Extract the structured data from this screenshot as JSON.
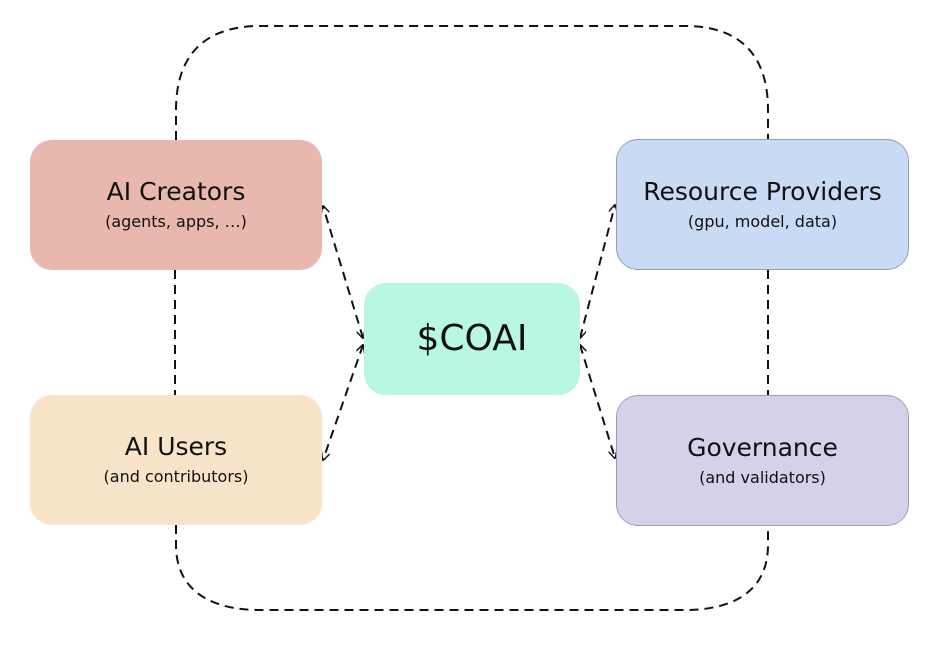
{
  "diagram": {
    "nodes": {
      "creators": {
        "title": "AI Creators",
        "subtitle": "(agents, apps, …)",
        "color": "#e8b7ad"
      },
      "users": {
        "title": "AI Users",
        "subtitle": "(and contributors)",
        "color": "#f8e4c8"
      },
      "providers": {
        "title": "Resource Providers",
        "subtitle": "(gpu, model, data)",
        "color": "#c9daf4"
      },
      "governance": {
        "title": "Governance",
        "subtitle": "(and validators)",
        "color": "#d5d1e8"
      },
      "coai": {
        "title": "$COAI",
        "color": "#b8f7e4"
      }
    },
    "edges": [
      {
        "from": "coai",
        "to": "creators",
        "style": "dashed",
        "arrows": "both"
      },
      {
        "from": "coai",
        "to": "users",
        "style": "dashed",
        "arrows": "both"
      },
      {
        "from": "coai",
        "to": "providers",
        "style": "dashed",
        "arrows": "both"
      },
      {
        "from": "coai",
        "to": "governance",
        "style": "dashed",
        "arrows": "both"
      },
      {
        "from": "creators",
        "to": "users",
        "style": "dashed",
        "arrows": "none"
      },
      {
        "from": "providers",
        "to": "governance",
        "style": "dashed",
        "arrows": "none"
      },
      {
        "from": "creators",
        "to": "providers",
        "style": "dashed",
        "arrows": "none",
        "route": "top-loop"
      },
      {
        "from": "users",
        "to": "governance",
        "style": "dashed",
        "arrows": "none",
        "route": "bottom-loop"
      }
    ],
    "line_color": "#111111"
  }
}
